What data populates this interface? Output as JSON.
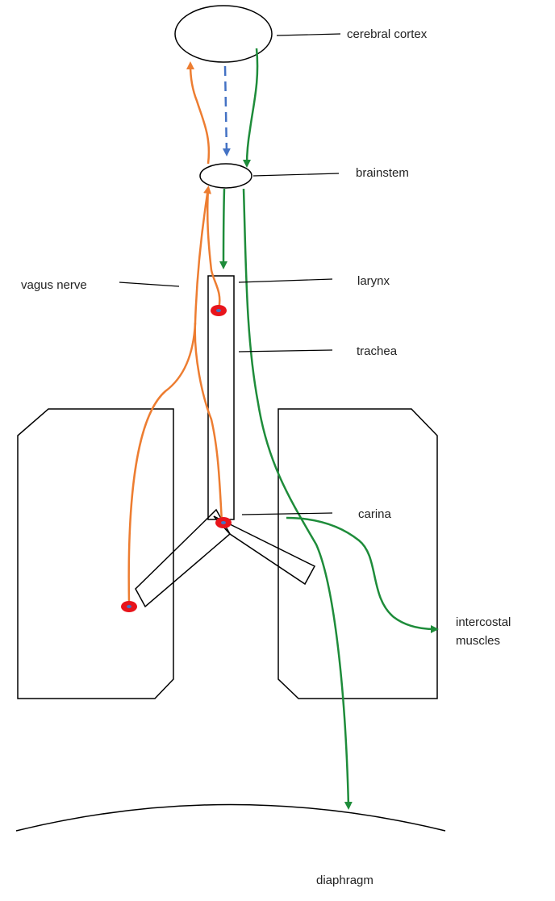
{
  "labels": {
    "cerebral_cortex": "cerebral cortex",
    "brainstem": "brainstem",
    "vagus_nerve": "vagus nerve",
    "larynx": "larynx",
    "trachea": "trachea",
    "carina": "carina",
    "intercostal_line1": "intercostal",
    "intercostal_line2": "muscles",
    "diaphragm": "diaphragm"
  },
  "colors": {
    "afferent_pathway": "#ED7D31",
    "efferent_pathway": "#1E8C3A",
    "cortex_to_brainstem": "#4472C4",
    "receptor_fill": "#E8141B",
    "receptor_center": "#4472C4",
    "outline": "#000000"
  }
}
